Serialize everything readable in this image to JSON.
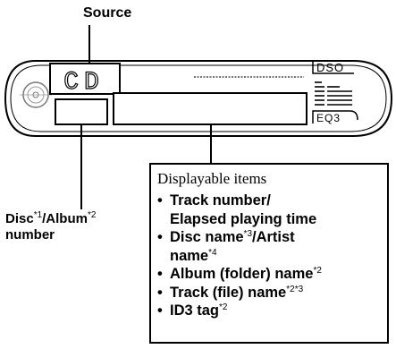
{
  "labels": {
    "source": "Source",
    "disc_album_number": "Disc*1/Album*2 number",
    "disc_part": "Disc",
    "disc_sup": "*1",
    "album_part": "/Album",
    "album_sup": "*2",
    "number_part": "number"
  },
  "display": {
    "source_text": "CD",
    "dso_label": "DSO",
    "eq_label": "EQ3"
  },
  "displayable_items": {
    "title": "Displayable items",
    "items": [
      {
        "main": "Track number/",
        "sup": "",
        "rest": ""
      },
      {
        "main": "Elapsed playing time",
        "sup": "",
        "rest": ""
      },
      {
        "main": "Disc name",
        "sup": "*3",
        "rest": "/Artist"
      },
      {
        "main": "name",
        "sup": "*4",
        "rest": ""
      },
      {
        "main": "Album (folder) name",
        "sup": "*2",
        "rest": ""
      },
      {
        "main": "Track (file) name",
        "sup": "*2*3",
        "rest": ""
      },
      {
        "main": "ID3 tag",
        "sup": "*2",
        "rest": ""
      }
    ]
  },
  "colors": {
    "display_outline": "#000000",
    "faint": "#888888"
  }
}
